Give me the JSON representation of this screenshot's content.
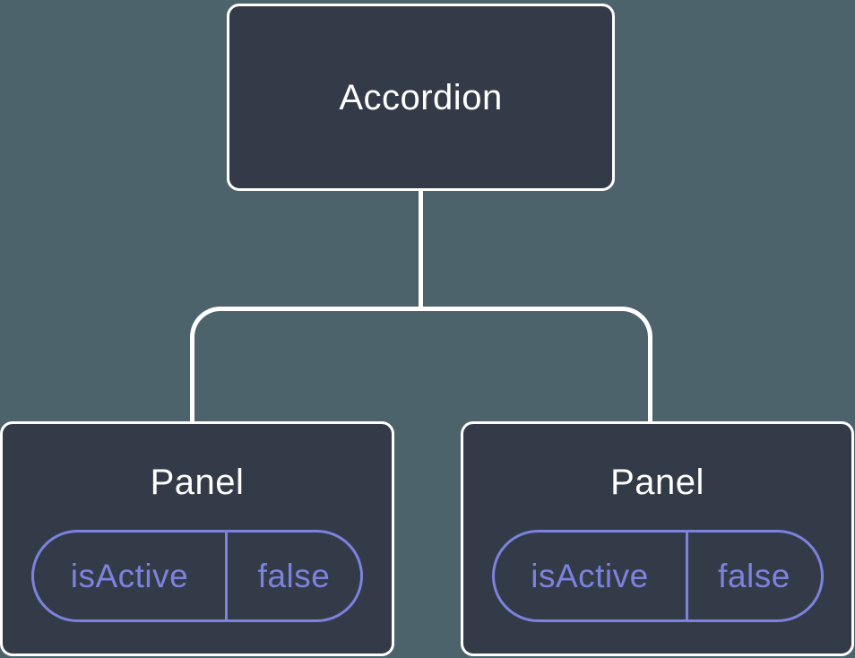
{
  "colors": {
    "background": "#4D636C",
    "node_fill": "#343B48",
    "node_border": "#FFFFFF",
    "connector": "#FFFFFF",
    "accent_purple": "#7C82DE",
    "title_text": "#FFFFFF"
  },
  "tree": {
    "root": {
      "label": "Accordion"
    },
    "children": [
      {
        "label": "Panel",
        "state": {
          "key": "isActive",
          "value": "false"
        }
      },
      {
        "label": "Panel",
        "state": {
          "key": "isActive",
          "value": "false"
        }
      }
    ]
  }
}
